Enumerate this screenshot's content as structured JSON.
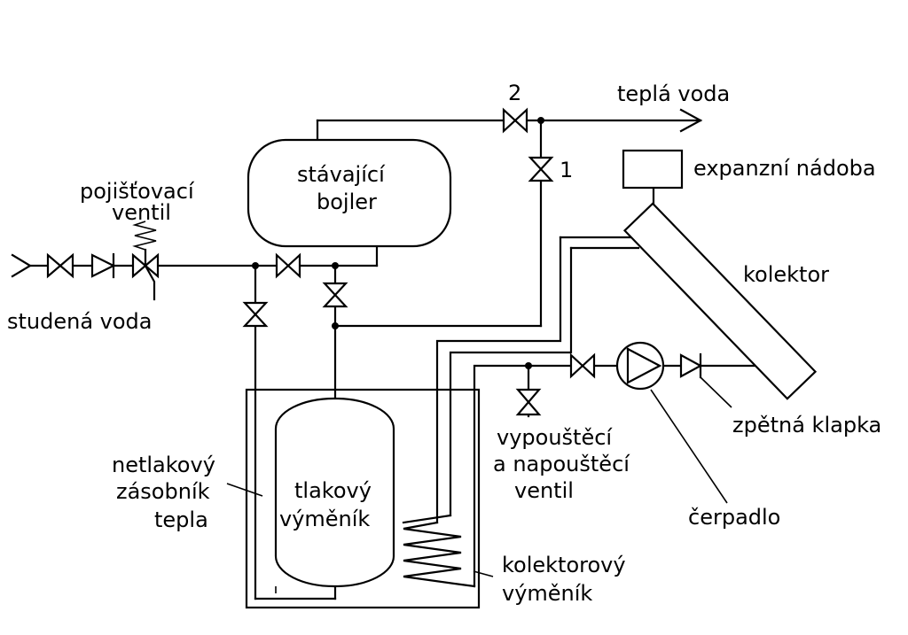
{
  "labels": {
    "valve2_number": "2",
    "hot_water": "teplá voda",
    "existing_boiler_line1": "stávající",
    "existing_boiler_line2": "bojler",
    "valve1_number": "1",
    "expansion_tank": "expanzní nádoba",
    "safety_valve_line1": "pojišťovací",
    "safety_valve_line2": "ventil",
    "cold_water": "studená voda",
    "collector": "kolektor",
    "drain_fill_valve_line1": "vypouštěcí",
    "drain_fill_valve_line2": "a napouštěcí",
    "drain_fill_valve_line3": "ventil",
    "check_flap": "zpětná klapka",
    "pump": "čerpadlo",
    "storage_line1": "netlakový",
    "storage_line2": "zásobník",
    "storage_line3": "tepla",
    "pressure_exchanger_line1": "tlakový",
    "pressure_exchanger_line2": "výměník",
    "collector_exchanger_line1": "kolektorový",
    "collector_exchanger_line2": "výměník"
  }
}
